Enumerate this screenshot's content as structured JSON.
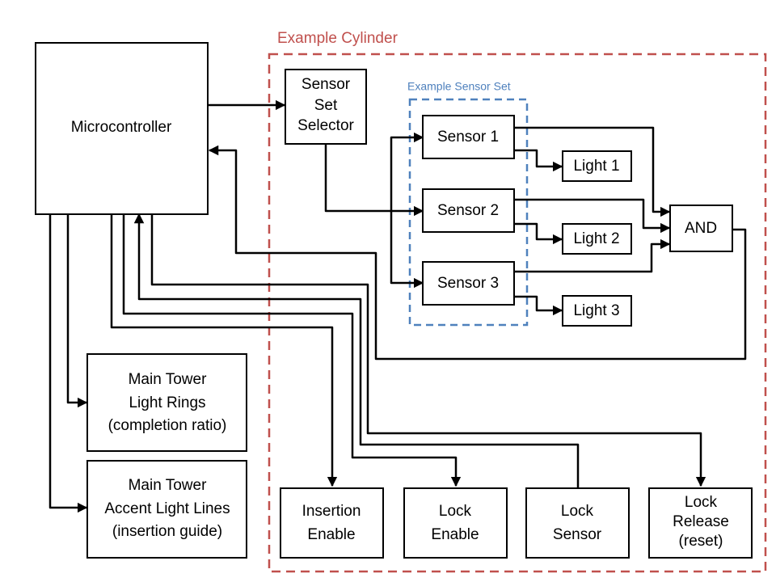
{
  "diagram": {
    "groups": {
      "example_cylinder": {
        "label": "Example Cylinder",
        "color": "#c0504d"
      },
      "example_sensor_set": {
        "label": "Example Sensor Set",
        "color": "#4f81bd"
      }
    },
    "nodes": {
      "microcontroller": {
        "lines": [
          "Microcontroller"
        ]
      },
      "sensor_set_selector": {
        "lines": [
          "Sensor",
          "Set",
          "Selector"
        ]
      },
      "sensor_1": {
        "lines": [
          "Sensor 1"
        ]
      },
      "sensor_2": {
        "lines": [
          "Sensor 2"
        ]
      },
      "sensor_3": {
        "lines": [
          "Sensor 3"
        ]
      },
      "light_1": {
        "lines": [
          "Light 1"
        ]
      },
      "light_2": {
        "lines": [
          "Light 2"
        ]
      },
      "light_3": {
        "lines": [
          "Light 3"
        ]
      },
      "and_gate": {
        "lines": [
          "AND"
        ]
      },
      "main_tower_light_rings": {
        "lines": [
          "Main Tower",
          "Light Rings",
          "(completion ratio)"
        ]
      },
      "main_tower_accent_light_lines": {
        "lines": [
          "Main Tower",
          "Accent Light Lines",
          "(insertion guide)"
        ]
      },
      "insertion_enable": {
        "lines": [
          "Insertion",
          "Enable"
        ]
      },
      "lock_enable": {
        "lines": [
          "Lock",
          "Enable"
        ]
      },
      "lock_sensor": {
        "lines": [
          "Lock",
          "Sensor"
        ]
      },
      "lock_release": {
        "lines": [
          "Lock",
          "Release",
          "(reset)"
        ]
      }
    },
    "edges": [
      {
        "from": "microcontroller",
        "to": "sensor_set_selector"
      },
      {
        "from": "sensor_set_selector",
        "to": "sensor_2"
      },
      {
        "from": "sensor_set_selector",
        "to": "sensor_1"
      },
      {
        "from": "sensor_set_selector",
        "to": "sensor_3"
      },
      {
        "from": "sensor_1",
        "to": "light_1"
      },
      {
        "from": "sensor_2",
        "to": "light_2"
      },
      {
        "from": "sensor_3",
        "to": "light_3"
      },
      {
        "from": "sensor_1",
        "to": "and_gate"
      },
      {
        "from": "sensor_2",
        "to": "and_gate"
      },
      {
        "from": "sensor_3",
        "to": "and_gate"
      },
      {
        "from": "and_gate",
        "to": "microcontroller"
      },
      {
        "from": "microcontroller",
        "to": "main_tower_light_rings"
      },
      {
        "from": "microcontroller",
        "to": "main_tower_accent_light_lines"
      },
      {
        "from": "microcontroller",
        "to": "insertion_enable"
      },
      {
        "from": "microcontroller",
        "to": "lock_enable"
      },
      {
        "from": "lock_sensor",
        "to": "microcontroller"
      },
      {
        "from": "microcontroller",
        "to": "lock_release"
      }
    ]
  }
}
